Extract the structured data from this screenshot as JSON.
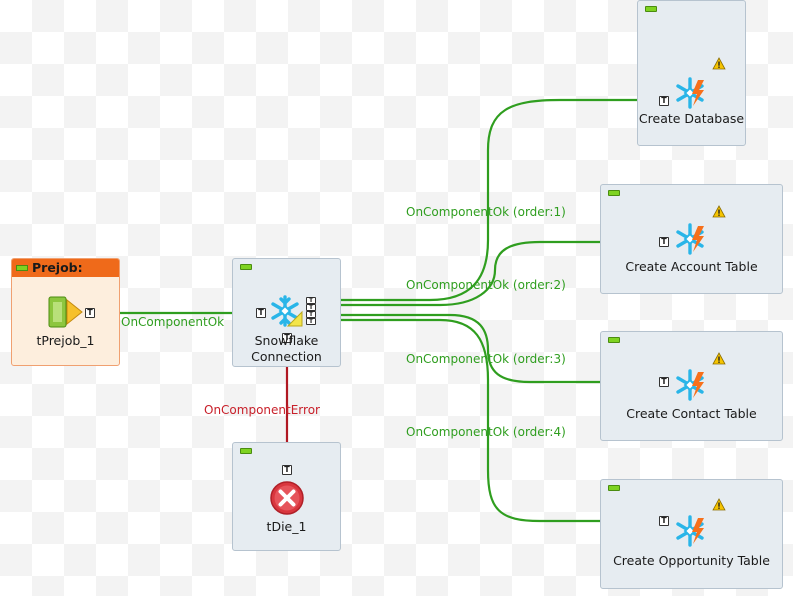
{
  "prejob": {
    "title": "Prejob:",
    "component_label": "tPrejob_1"
  },
  "components": {
    "snowflake_connection": {
      "label_line1": "Snowflake",
      "label_line2": "Connection"
    },
    "tdie": {
      "label": "tDie_1"
    },
    "create_database": {
      "label": "Create Database"
    },
    "create_account_table": {
      "label": "Create Account Table"
    },
    "create_contact_table": {
      "label": "Create Contact Table"
    },
    "create_opportunity_table": {
      "label": "Create Opportunity Table"
    }
  },
  "port_letter": "T",
  "links": {
    "prejob_to_connection": "OnComponentOk",
    "connection_to_die": "OnComponentError",
    "order1": "OnComponentOk (order:1)",
    "order2": "OnComponentOk (order:2)",
    "order3": "OnComponentOk (order:3)",
    "order4": "OnComponentOk (order:4)"
  },
  "colors": {
    "ok_link": "#2f9e1f",
    "error_link": "#c8202a",
    "snowflake_blue": "#29b5e8",
    "prejob_orange": "#ef6a1a"
  },
  "icons": {
    "component": "snowflake-icon",
    "warning": "warning-icon",
    "die": "error-x-icon",
    "prejob": "prejob-icon"
  }
}
